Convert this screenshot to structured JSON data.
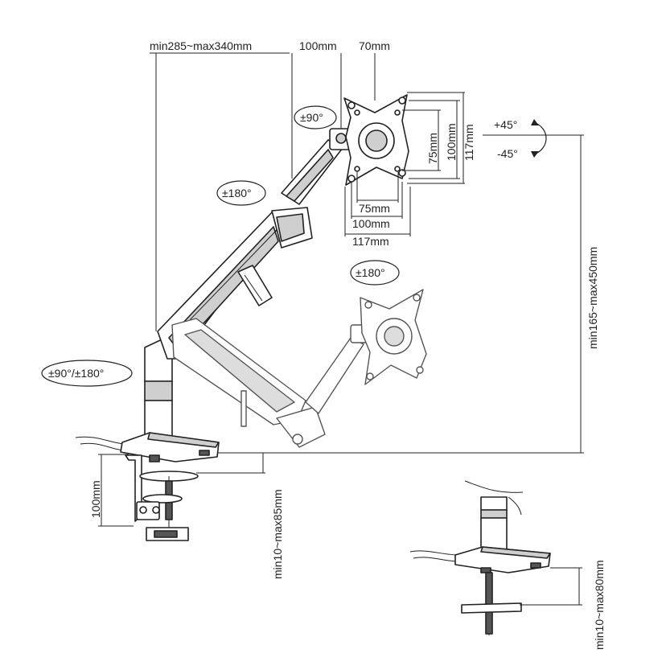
{
  "dimensions": {
    "arm_reach": "min285~max340mm",
    "offset_100": "100mm",
    "offset_70": "70mm",
    "vesa_75_v": "75mm",
    "vesa_100_v": "100mm",
    "plate_117_v": "117mm",
    "vesa_75_h": "75mm",
    "vesa_100_h": "100mm",
    "plate_117_h": "117mm",
    "height_range": "min165~max450mm",
    "clamp_height": "100mm",
    "clamp_range": "min10~max85mm",
    "grommet_range": "min10~max80mm"
  },
  "rotations": {
    "tilt_up": "+45°",
    "tilt_down": "-45°",
    "rotate_90": "±90°",
    "swivel_upper": "±180°",
    "swivel_lower": "±180°",
    "base_swivel": "±90°/±180°"
  },
  "colors": {
    "line": "#222222",
    "gray_fill": "#cfcfcf",
    "dark_fill": "#555555"
  }
}
